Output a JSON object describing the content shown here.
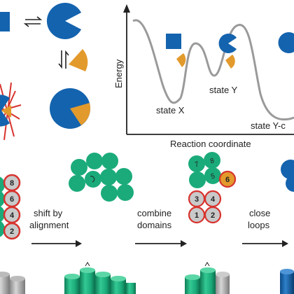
{
  "colors": {
    "blue": "#1463AE",
    "orange": "#E39A2C",
    "green": "#1BAB7A",
    "gray": "#C9C9C9",
    "red": "#D7332E",
    "curve": "#9A9A9A",
    "ink": "#222222"
  },
  "energy_plot": {
    "ylabel": "Energy",
    "xlabel": "Reaction coordinate",
    "states": [
      "state X",
      "state Y",
      "state Y-c"
    ]
  },
  "steps": {
    "step1": [
      "shift by",
      "alignment"
    ],
    "step2": [
      "combine",
      "domains"
    ],
    "step3": [
      "close",
      "loops"
    ]
  },
  "gray_circle_labels": [
    "8",
    "6",
    "4",
    "2"
  ],
  "numbered_circles": {
    "gray": [
      "3",
      "4",
      "1",
      "2"
    ],
    "orange": "6",
    "green": [
      "7",
      "8",
      "5"
    ]
  },
  "icons": [
    "square-icon",
    "pacman-icon",
    "wedge-icon",
    "equilibrium-arrows-icon",
    "rotation-arrow-icon"
  ]
}
